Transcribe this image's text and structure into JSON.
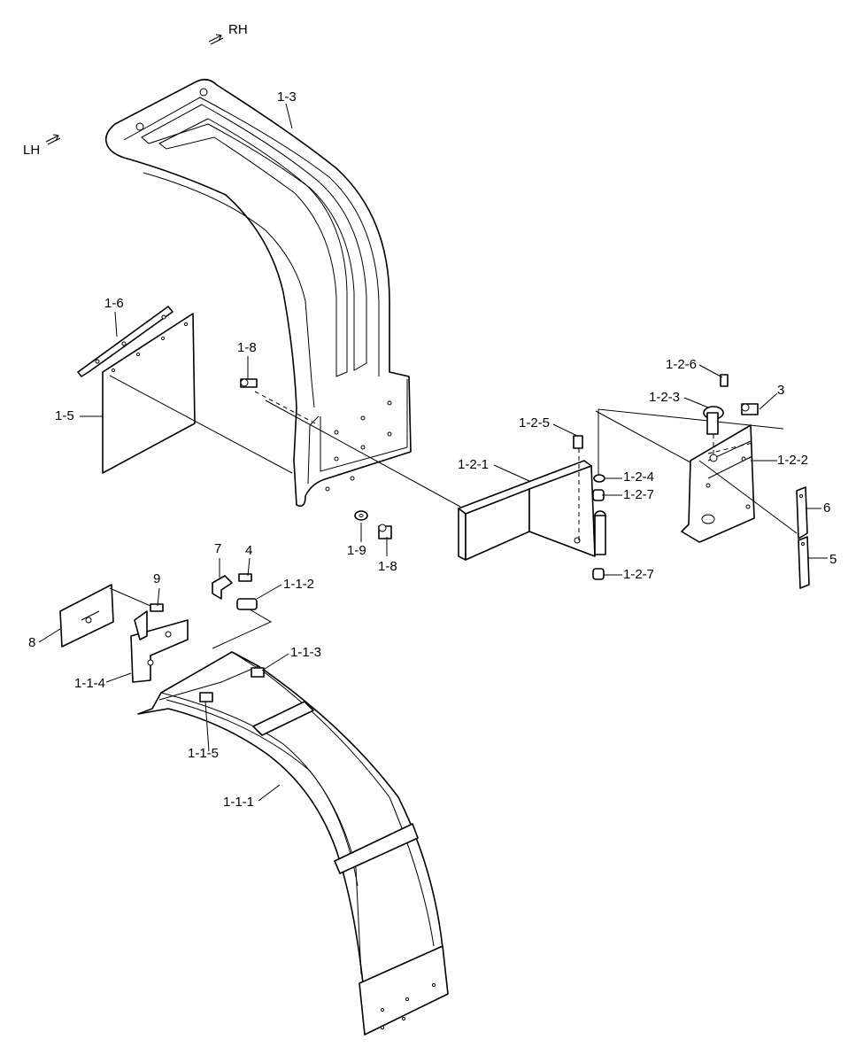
{
  "orientation": {
    "rh": "RH",
    "lh": "LH"
  },
  "labels": {
    "p1_3": "1-3",
    "p1_6": "1-6",
    "p1_5": "1-5",
    "p1_8a": "1-8",
    "p1_8b": "1-8",
    "p1_9": "1-9",
    "p1_2_6": "1-2-6",
    "p1_2_3": "1-2-3",
    "p3": "3",
    "p1_2_5": "1-2-5",
    "p1_2_4": "1-2-4",
    "p1_2_2": "1-2-2",
    "p1_2_1": "1-2-1",
    "p1_2_7a": "1-2-7",
    "p1_2_7b": "1-2-7",
    "p6": "6",
    "p5": "5",
    "p7": "7",
    "p4": "4",
    "p9": "9",
    "p1_1_2": "1-1-2",
    "p8": "8",
    "p1_1_3": "1-1-3",
    "p1_1_4": "1-1-4",
    "p1_1_5": "1-1-5",
    "p1_1_1": "1-1-1"
  },
  "colors": {
    "line": "#000000",
    "background": "#ffffff"
  }
}
